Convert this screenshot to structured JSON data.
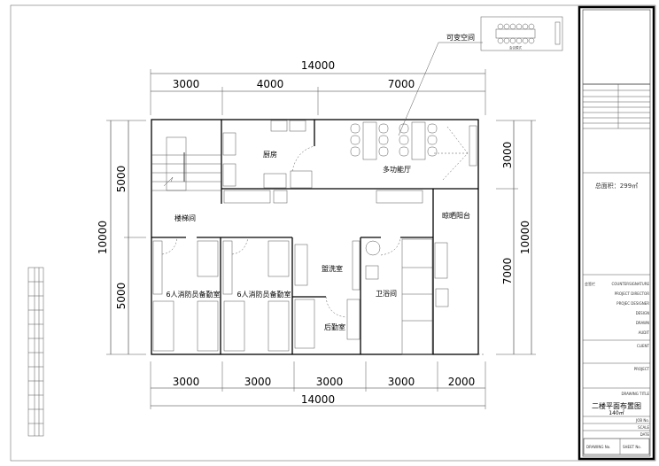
{
  "plan": {
    "top_total": "14000",
    "top_dims": [
      "3000",
      "4000",
      "7000"
    ],
    "bottom_total": "14000",
    "bottom_dims": [
      "3000",
      "3000",
      "3000",
      "3000",
      "2000"
    ],
    "left_total": "10000",
    "left_dims": [
      "5000",
      "5000"
    ],
    "right_total": "10000",
    "right_dims": [
      "3000",
      "7000"
    ],
    "rooms": {
      "stair": "楼梯间",
      "kitchen": "厨房",
      "hall": "多功能厅",
      "balcony": "晾晒阳台",
      "dorm1": "6人消防员备勤室",
      "dorm2": "6人消防员备勤室",
      "laundry": "盥洗室",
      "service": "后勤室",
      "bath": "卫浴间"
    },
    "callout": "可变空间",
    "inset_label": "会议模式"
  },
  "title_block": {
    "area": "总面积：299㎡",
    "countersign": "会签栏",
    "countersign_en": "COUNTERSIGNATURE",
    "roles": [
      "PROJECT DIRECTOR",
      "PROJEC DESIGNER",
      "DESIGN",
      "DRAWN",
      "AUDIT"
    ],
    "client": "CLIENT",
    "project": "PROJECT",
    "drawing_title_label": "DRAWING TITLE",
    "drawing_title": "二楼平面布置图",
    "drawing_area": "140㎡",
    "rows": [
      "JOB No.",
      "SCALE",
      "DATE"
    ],
    "drawing_no": "DRAWING No.",
    "sheet_no": "SHEET No."
  }
}
